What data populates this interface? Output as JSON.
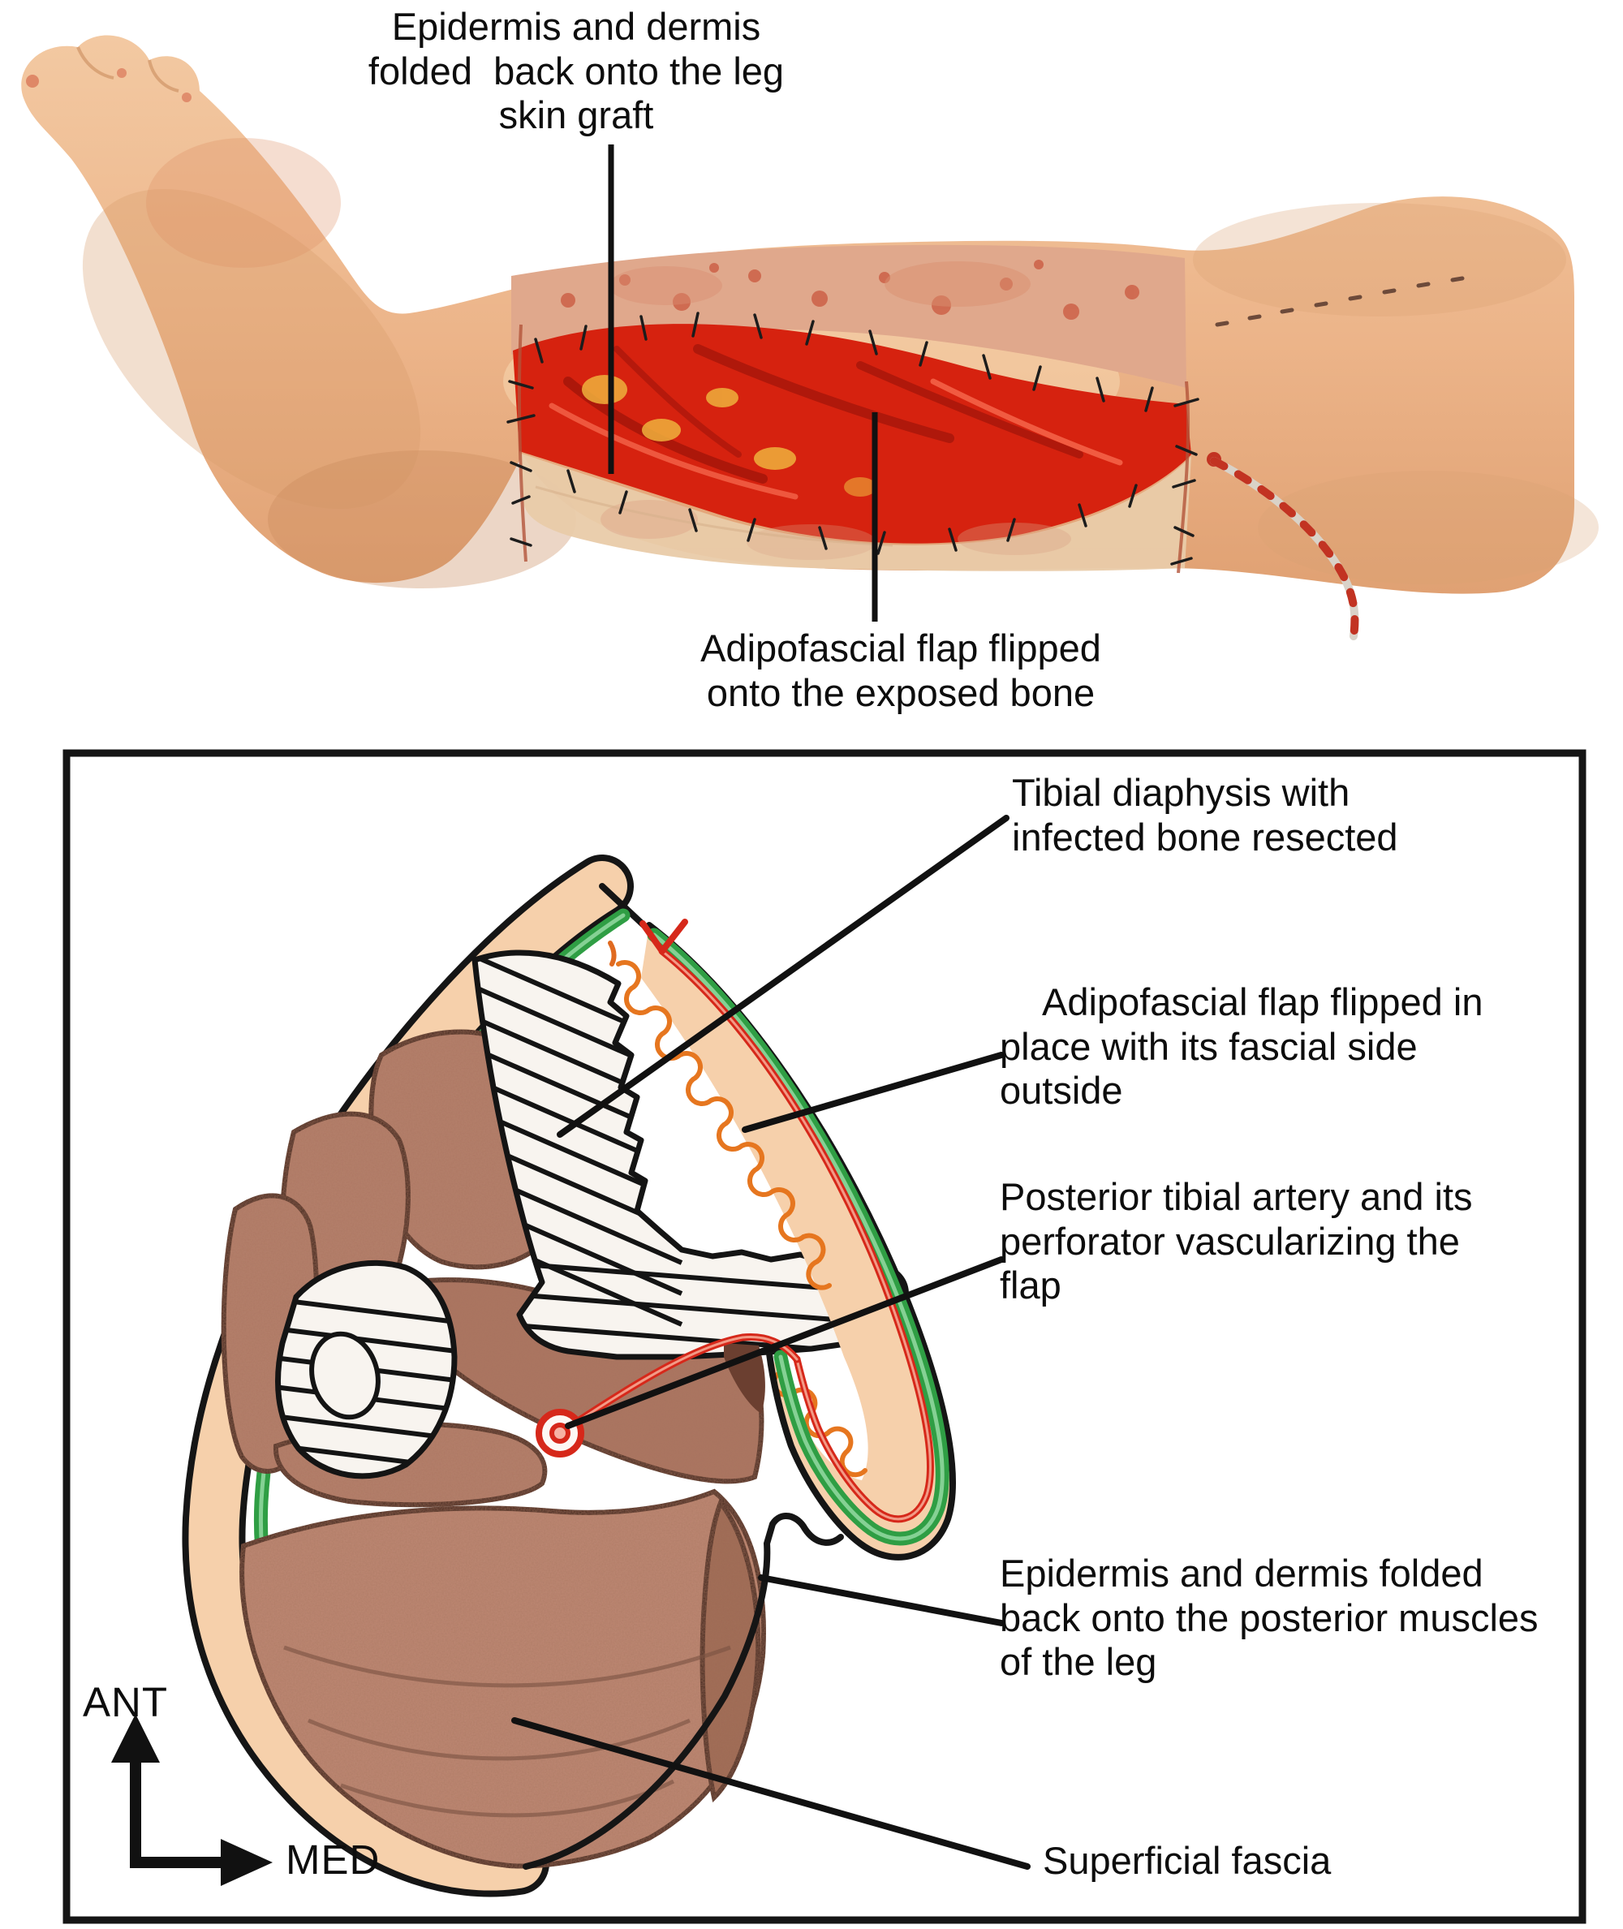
{
  "figure": {
    "photo": {
      "label_top": {
        "lines": [
          "Epidermis and dermis",
          "folded  back onto the leg",
          "skin graft"
        ]
      },
      "label_bottom": {
        "lines": [
          "Adipofascial flap flipped",
          "onto the exposed bone"
        ]
      }
    },
    "diagram": {
      "labels": {
        "tibia": {
          "lines": [
            "Tibial diaphysis with",
            "infected bone resected"
          ]
        },
        "flap": {
          "lines": [
            "Adipofascial flap flipped in",
            "place with its fascial side",
            "outside"
          ]
        },
        "artery": {
          "lines": [
            "Posterior tibial artery and its",
            "perforator vascularizing the",
            "flap"
          ]
        },
        "epidermis": {
          "lines": [
            "Epidermis and dermis folded",
            "back onto the posterior muscles",
            "of the leg"
          ]
        },
        "fascia": {
          "lines": [
            "Superficial fascia"
          ]
        }
      },
      "axes": {
        "vertical": "ANT",
        "horizontal": "MED"
      }
    },
    "colors": {
      "fascia_green": "#2f9e44",
      "artery_red": "#d6281a",
      "flap_fat_orange": "#e6761f",
      "skin_peach": "#f6d0ab",
      "muscle_brown": "#b5806c",
      "wound_red": "#d6220f",
      "outline_black": "#151515"
    }
  }
}
